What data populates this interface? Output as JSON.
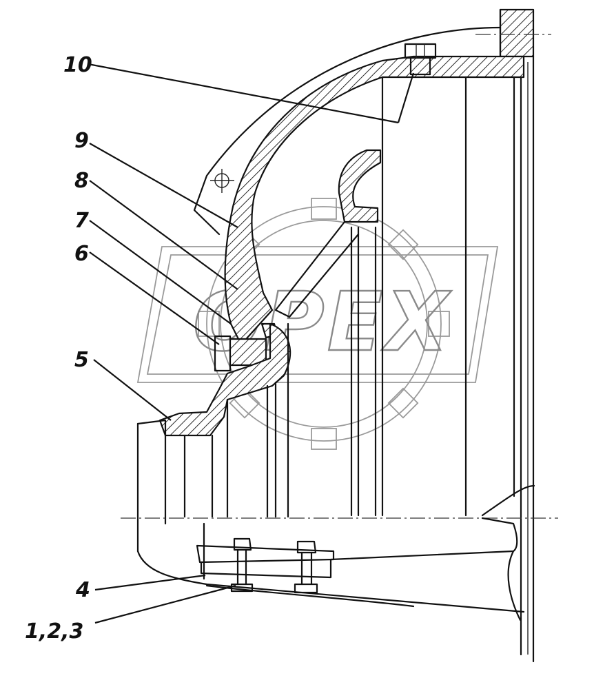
{
  "callouts": {
    "c10": "10",
    "c9": "9",
    "c8": "8",
    "c7": "7",
    "c6": "6",
    "c5": "5",
    "c4": "4",
    "c123": "1,2,3"
  },
  "watermark": {
    "text": "OPEX",
    "icon": "gear-icon"
  }
}
